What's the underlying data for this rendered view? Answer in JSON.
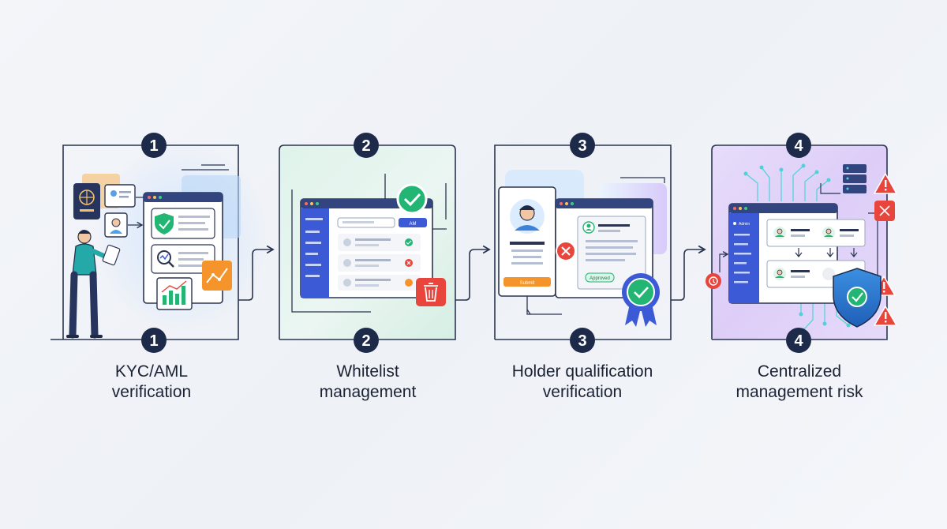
{
  "steps": [
    {
      "number": "1",
      "title_line1": "KYC/AML",
      "title_line2": "verification",
      "accent": "#6aa9e9"
    },
    {
      "number": "2",
      "title_line1": "Whitelist",
      "title_line2": "management",
      "accent": "#8fdcb0",
      "badge_text": "AM"
    },
    {
      "number": "3",
      "title_line1": "Holder qualification",
      "title_line2": "verification",
      "accent": "#b69cf0",
      "submit_text": "Submit",
      "approved_text": "Approved"
    },
    {
      "number": "4",
      "title_line1": "Centralized",
      "title_line2": "management risk",
      "accent": "#c8a6f3",
      "sidebar_text": "Admin"
    }
  ],
  "colors": {
    "navy": "#1e2a4a",
    "line": "#2b3550",
    "green": "#22b573",
    "red": "#e8453c",
    "orange": "#f5942b",
    "blue": "#3c5ad6",
    "window_bar": "#33457f"
  }
}
